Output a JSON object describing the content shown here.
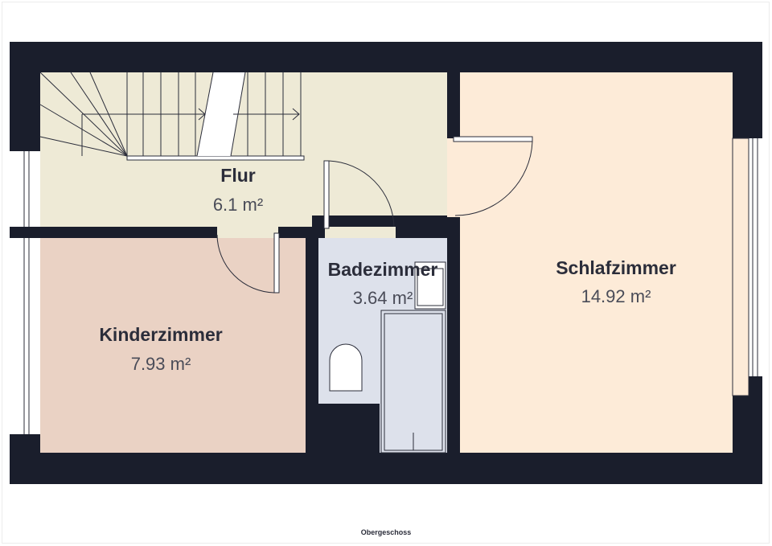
{
  "floor_name": "Obergeschoss",
  "colors": {
    "wall": "#1a1e2c",
    "flur": "#eeead6",
    "kinderzimmer": "#ead2c4",
    "badezimmer": "#dde1eb",
    "schlafzimmer": "#fdebd8",
    "window": "#ffffff",
    "line": "#2b2d3a"
  },
  "rooms": {
    "flur": {
      "name": "Flur",
      "area": "6.1 m²"
    },
    "kinderzimmer": {
      "name": "Kinderzimmer",
      "area": "7.93 m²"
    },
    "badezimmer": {
      "name": "Badezimmer",
      "area": "3.64 m²"
    },
    "schlafzimmer": {
      "name": "Schlafzimmer",
      "area": "14.92 m²"
    }
  }
}
